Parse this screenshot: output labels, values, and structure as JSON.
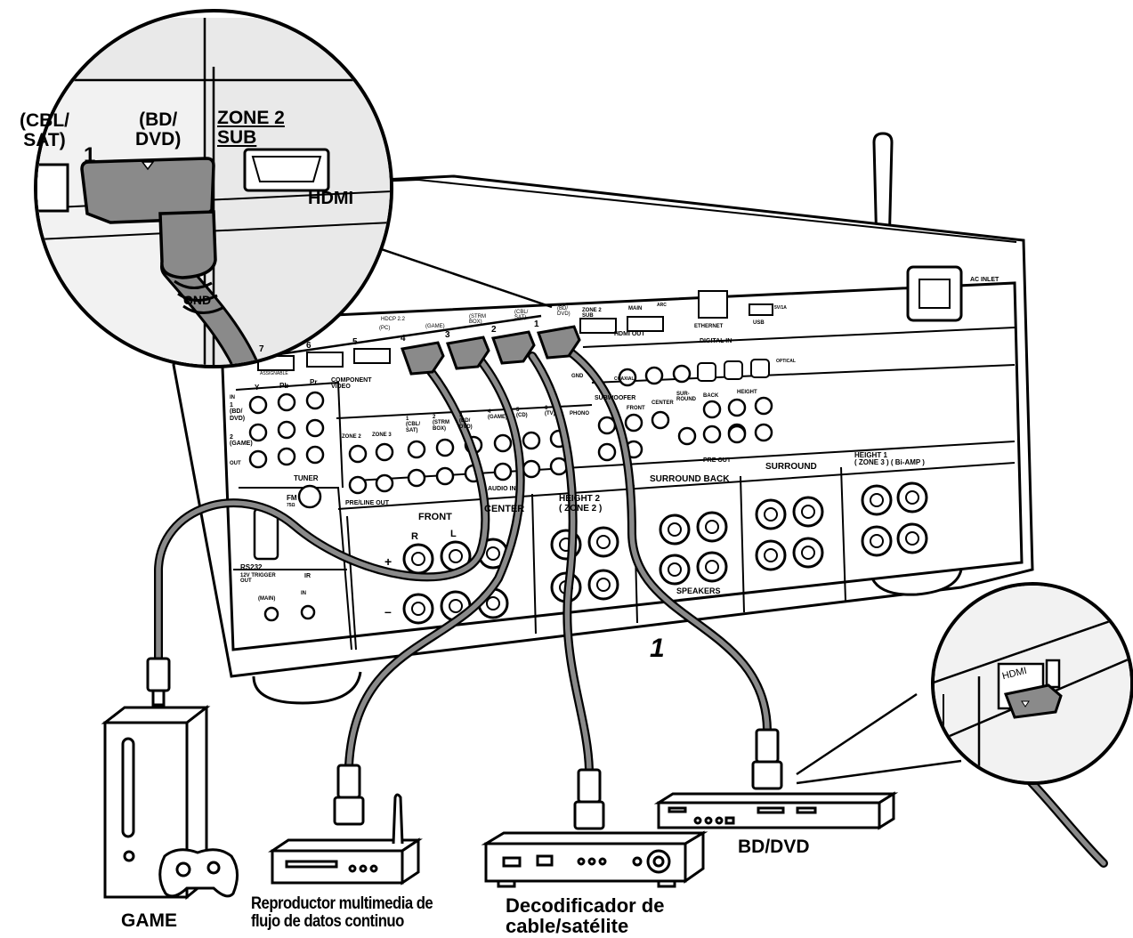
{
  "zoom_top_left": {
    "cbl_sat": "(CBL/\nSAT)",
    "bd_dvd": "(BD/\nDVD)",
    "zone2_sub": "ZONE 2\nSUB",
    "port_number": "1",
    "hdmi": "HDMI",
    "gnd": "GND"
  },
  "receiver": {
    "hdmi_in_numbers": [
      "7",
      "6",
      "5",
      "4",
      "3",
      "2",
      "1"
    ],
    "hdmi_in_labels": [
      "HDCP 2.2",
      "(PC)",
      "(GAME)",
      "(STRM\nBOX)",
      "(CBL/\nSAT)",
      "(BD/\nDVD)"
    ],
    "hdmi_out": "HDMI OUT",
    "main": "MAIN",
    "arc": "ARC",
    "zone2_sub": "ZONE 2\nSUB",
    "ethernet": "ETHERNET",
    "usb": "USB",
    "usb_rating": "5V/1A",
    "ac_inlet": "AC INLET",
    "assignable": "ASSIGNABLE",
    "digital_in": "DIGITAL IN",
    "coaxial": "COAXIAL",
    "optical": "OPTICAL",
    "component_video": "COMPONENT\nVIDEO",
    "component_cols": [
      "Y",
      "Pb",
      "Pr"
    ],
    "component_rows": [
      "IN",
      "1\n(BD/\nDVD)",
      "2\n(GAME)",
      "OUT"
    ],
    "zone2": "ZONE 2",
    "zone3": "ZONE 3",
    "pre_line_out": "PRE/LINE OUT",
    "audio_in": "AUDIO IN",
    "audio_in_labels": [
      "1\n(CBL/\nSAT)",
      "2\n(STRM\nBOX)",
      "3\n(BD/\nDVD)",
      "4\n(GAME)",
      "5\n(CD)",
      "6\n(TV)"
    ],
    "phono": "PHONO",
    "gnd": "GND",
    "subwoofer": "SUBWOOFER",
    "front": "FRONT",
    "center": "CENTER",
    "surround": "SUR-\nROUND",
    "back": "BACK",
    "height": "HEIGHT",
    "pre_out": "PRE OUT",
    "tuner": "TUNER",
    "fm": "FM",
    "fm_ohm": "75Ω",
    "rs232": "RS232",
    "trigger_out": "12V TRIGGER\nOUT",
    "main_trigger": "(MAIN)",
    "ir": "IR",
    "ir_in": "IN",
    "sp_front": "FRONT",
    "sp_center": "CENTER",
    "sp_height2": "HEIGHT 2\n( ZONE 2 )",
    "sp_surround_back": "SURROUND BACK",
    "sp_surround": "SURROUND",
    "sp_height1": "HEIGHT 1\n( ZONE 3 ) ( Bi-AMP )",
    "speakers": "SPEAKERS",
    "r": "R",
    "l": "L",
    "plus": "+",
    "minus": "–"
  },
  "zoom_bottom_right": {
    "hdmi": "HDMI"
  },
  "step_marker": "1",
  "devices": {
    "game": "GAME",
    "streaming": "Reproductor multimedia de\nflujo de datos continuo",
    "cable_sat": "Decodificador de\ncable/satélite",
    "bd_dvd": "BD/DVD"
  }
}
